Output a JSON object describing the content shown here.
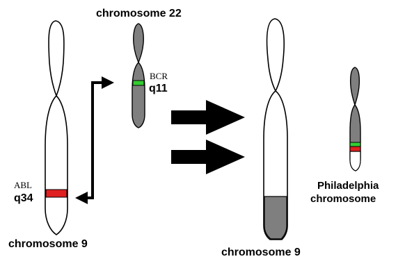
{
  "labels": {
    "chr22_title": "chromosome 22",
    "chr9_left": "chromosome 9",
    "chr9_right": "chromosome 9",
    "abl_gene": "ABL",
    "abl_locus": "q34",
    "bcr_gene": "BCR",
    "bcr_locus": "q11",
    "philadelphia_line1": "Philadelphia",
    "philadelphia_line2": "chromosome"
  },
  "colors": {
    "outline": "#000000",
    "chromatin_gray": "#7f7f7f",
    "abl_red": "#e02020",
    "bcr_green": "#33cc33",
    "background": "#ffffff"
  }
}
